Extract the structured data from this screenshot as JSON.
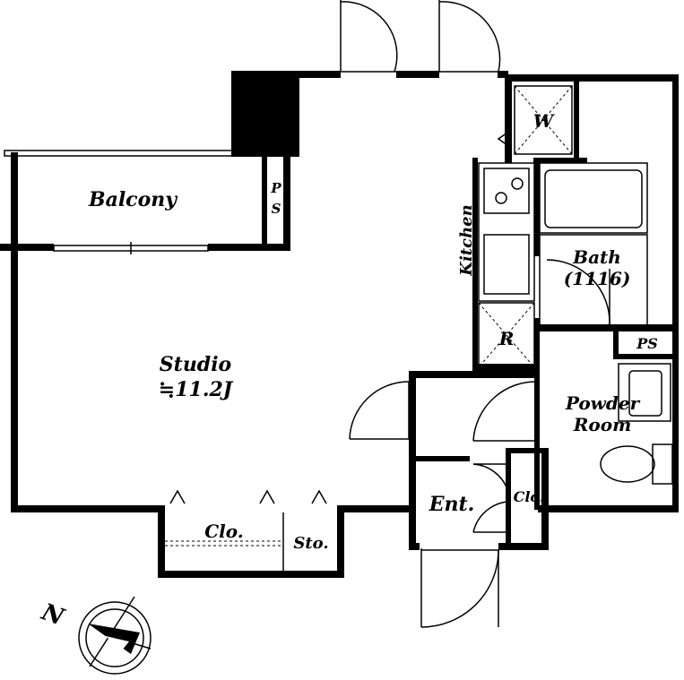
{
  "floorplan": {
    "rooms": {
      "balcony": "Balcony",
      "ps_top": "P",
      "ps_bottom": "S",
      "studio": "Studio",
      "studio_area": "≒11.2J",
      "kitchen": "Kitchen",
      "washer": "W",
      "refrigerator": "R",
      "bath": "Bath",
      "bath_size": "(1116)",
      "ps_right": "PS",
      "powder_room_1": "Powder",
      "powder_room_2": "Room",
      "entrance": "Ent.",
      "closet_entrance": "Clo.",
      "closet_studio": "Clo.",
      "storage": "Sto."
    },
    "compass": {
      "north_label": "N"
    }
  }
}
